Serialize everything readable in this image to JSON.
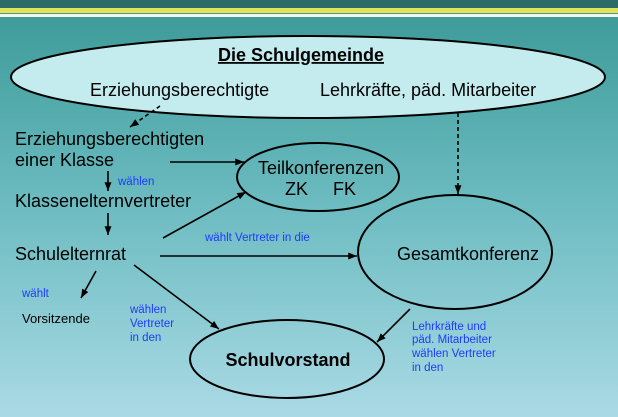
{
  "diagram": {
    "title": "Die Schulgemeinde",
    "gemeinde_left": "Erziehungsberechtigte",
    "gemeinde_right": "Lehrkräfte, päd. Mitarbeiter"
  },
  "nodes": {
    "erziehungsberechtigten_klasse": [
      "Erziehungsberechtigten",
      "einer Klasse"
    ],
    "klassenelternvertreter": "Klassenelternvertreter",
    "schulelternrat": "Schulelternrat",
    "vorsitzende": "Vorsitzende",
    "teilkonferenzen": {
      "title": "Teilkonferenzen",
      "items": [
        "ZK",
        "FK"
      ]
    },
    "gesamtkonferenz": "Gesamtkonferenz",
    "schulvorstand": "Schulvorstand"
  },
  "edge_labels": {
    "klasse_to_vertreter": "wählen",
    "elternrat_to_gesamtkonferenz": "wählt Vertreter in die",
    "elternrat_to_vorsitzende": "wählt",
    "elternrat_to_schulvorstand": [
      "wählen",
      "Vertreter",
      "in den"
    ],
    "gesamtkonferenz_to_schulvorstand": [
      "Lehrkräfte und",
      "päd. Mitarbeiter",
      "wählen Vertreter",
      "in den"
    ]
  },
  "colors": {
    "edge_label": "#1d3bff",
    "gemeinde_fill": "#c4ecee",
    "stripe": "#e2e158"
  }
}
